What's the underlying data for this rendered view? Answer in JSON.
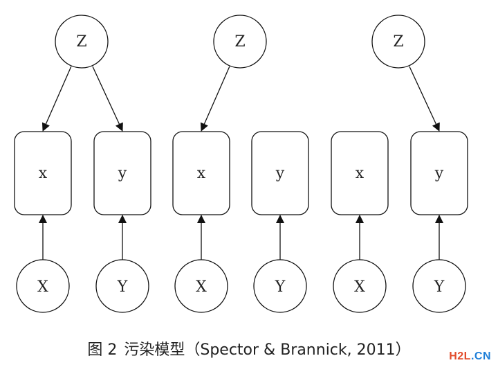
{
  "panels": [
    {
      "top_node": "Z",
      "boxes": [
        "x",
        "y"
      ],
      "bottom_nodes": [
        "X",
        "Y"
      ],
      "z_edges": [
        "x",
        "y"
      ]
    },
    {
      "top_node": "Z",
      "boxes": [
        "x",
        "y"
      ],
      "bottom_nodes": [
        "X",
        "Y"
      ],
      "z_edges": [
        "x"
      ]
    },
    {
      "top_node": "Z",
      "boxes": [
        "x",
        "y"
      ],
      "bottom_nodes": [
        "X",
        "Y"
      ],
      "z_edges": [
        "y"
      ]
    }
  ],
  "caption": {
    "figure_number": "图 2",
    "text": "污染模型（Spector & Brannick, 2011）"
  },
  "watermark": {
    "part1": "H2L",
    "part2": ".CN"
  }
}
